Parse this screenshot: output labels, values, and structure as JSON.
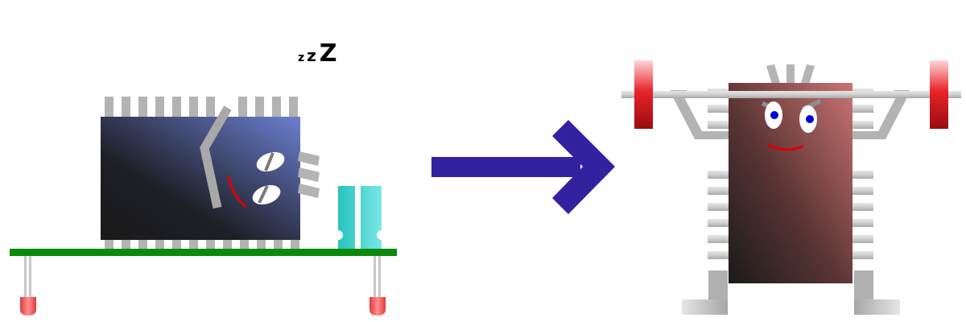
{
  "snore": {
    "small": "z",
    "medium": "z",
    "large": "Z"
  },
  "colors": {
    "sleepy_chip_dark": "#1a1a1a",
    "sleepy_chip_light": "#6b7fd1",
    "strong_chip_light": "#c97472",
    "strong_chip_dark": "#1a1a1a",
    "pcb_green": "#0a8a0a",
    "arrow_purple": "#3322a0",
    "capacitor_teal": "#2ccac6",
    "led_red": "#f26060",
    "weight_red": "#d81f22",
    "pin_gray": "#b3b3b3",
    "eye_blue": "#0000dd",
    "mouth_red": "#dd0000"
  },
  "icons": [
    "sleeping-chip-icon",
    "circuit-board-icon",
    "capacitor-icon",
    "led-icon",
    "arrow-right-icon",
    "weightlifting-chip-icon",
    "barbell-icon"
  ]
}
